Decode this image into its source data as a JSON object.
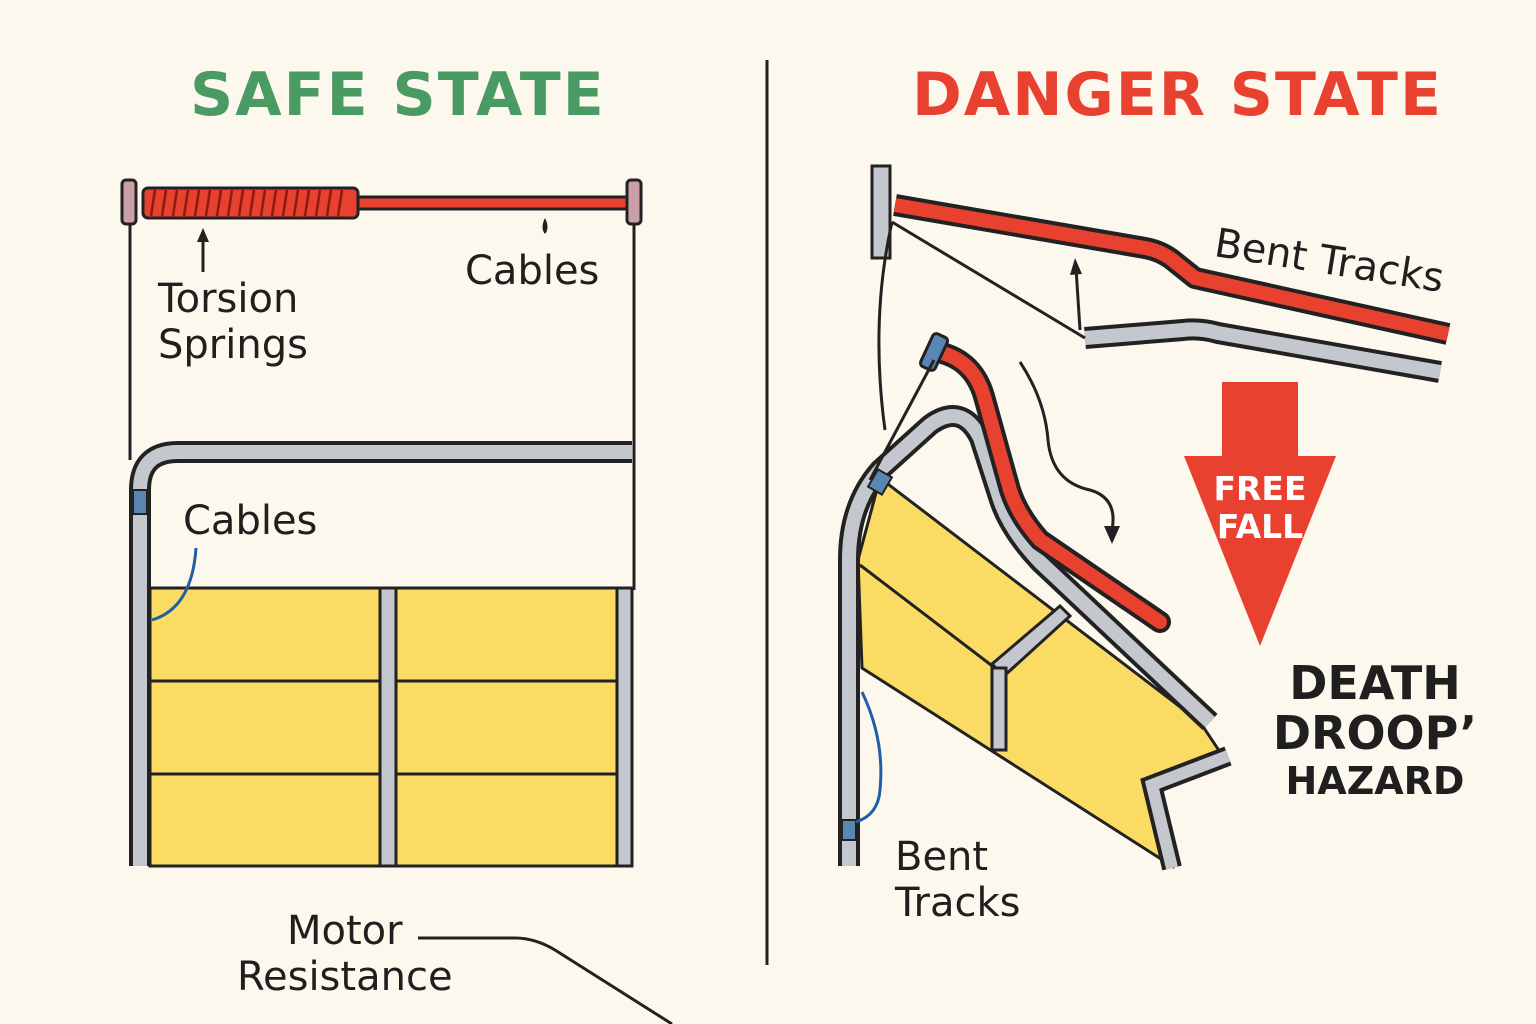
{
  "safe": {
    "title": "SAFE STATE",
    "torsion_springs": "Torsion\nSprings",
    "cables_top": "Cables",
    "cables_side": "Cables",
    "motor_resistance": "Motor\nResistance"
  },
  "danger": {
    "title": "DANGER STATE",
    "bent_tracks_top": "Bent Tracks",
    "bent_tracks_bottom": "Bent\nTracks",
    "free_fall": "FREE\nFALL",
    "hazard_line1": "DEATH",
    "hazard_line2": "DROOP’",
    "hazard_line3": "HAZARD"
  },
  "colors": {
    "safe_title": "#4a9a63",
    "danger_title": "#e8412f",
    "spring": "#e8412f",
    "track": "#c4c7cd",
    "panel": "#fadb63",
    "cable_blue": "#1f5fa8",
    "outline": "#222222"
  }
}
